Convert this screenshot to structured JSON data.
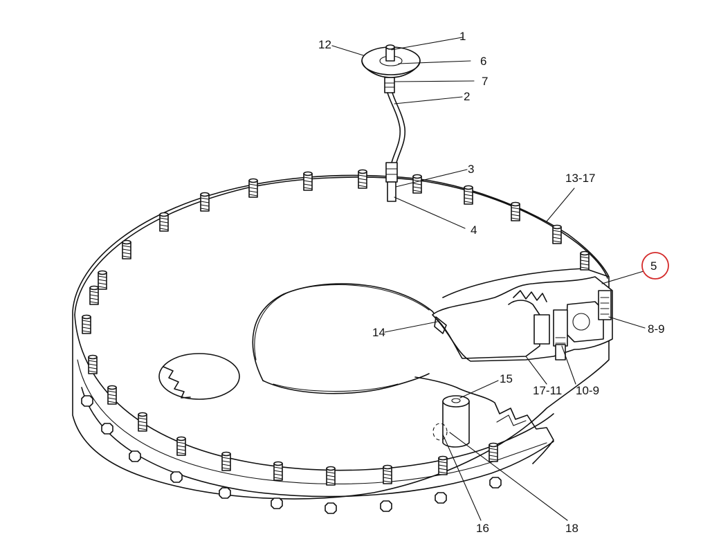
{
  "callouts": [
    {
      "id": "c1",
      "text": "1"
    },
    {
      "id": "c12",
      "text": "12"
    },
    {
      "id": "c6",
      "text": "6"
    },
    {
      "id": "c7",
      "text": "7"
    },
    {
      "id": "c2",
      "text": "2"
    },
    {
      "id": "c3",
      "text": "3"
    },
    {
      "id": "c4",
      "text": "4"
    },
    {
      "id": "c1317",
      "text": "13-17"
    },
    {
      "id": "c5",
      "text": "5",
      "highlighted": true
    },
    {
      "id": "c89",
      "text": "8-9"
    },
    {
      "id": "c14",
      "text": "14"
    },
    {
      "id": "c15",
      "text": "15"
    },
    {
      "id": "c1711",
      "text": "17-11"
    },
    {
      "id": "c109",
      "text": "10-9"
    },
    {
      "id": "c16",
      "text": "16"
    },
    {
      "id": "c18",
      "text": "18"
    }
  ],
  "colors": {
    "line": "#111111",
    "background": "#ffffff",
    "highlight_circle": "#d42a2a"
  }
}
